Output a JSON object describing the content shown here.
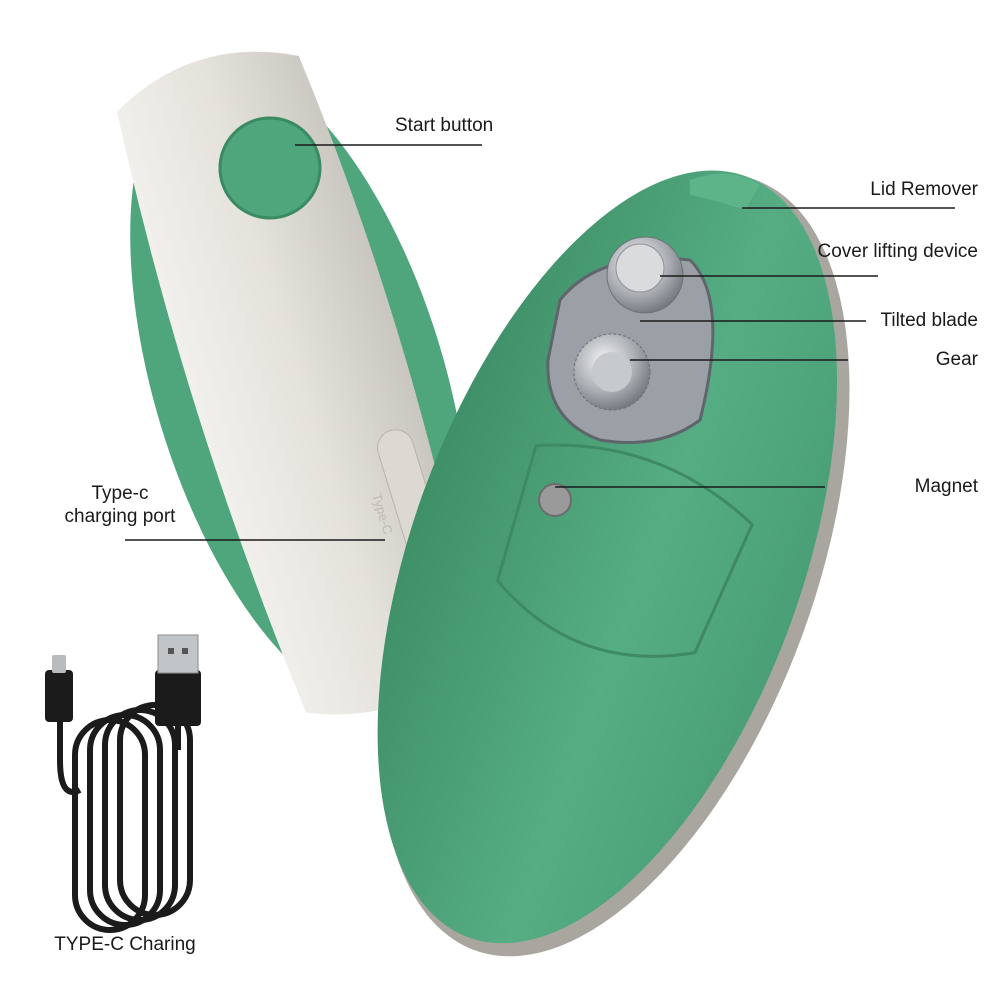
{
  "labels": {
    "start_button": "Start button",
    "lid_remover": "Lid Remover",
    "cover_lifting_device": "Cover lifting device",
    "tilted_blade": "Tilted blade",
    "gear": "Gear",
    "magnet": "Magnet",
    "charging_port_line1": "Type-c",
    "charging_port_line2": "charging port",
    "cable": "TYPE-C Charing"
  },
  "port_cover_embossing": "Type-C",
  "colors": {
    "green": "#4fa57c",
    "green_dark": "#3e8c67",
    "shell": "#e4e1dc",
    "metal": "#b9bcc0",
    "cable": "#1b1b1b"
  }
}
